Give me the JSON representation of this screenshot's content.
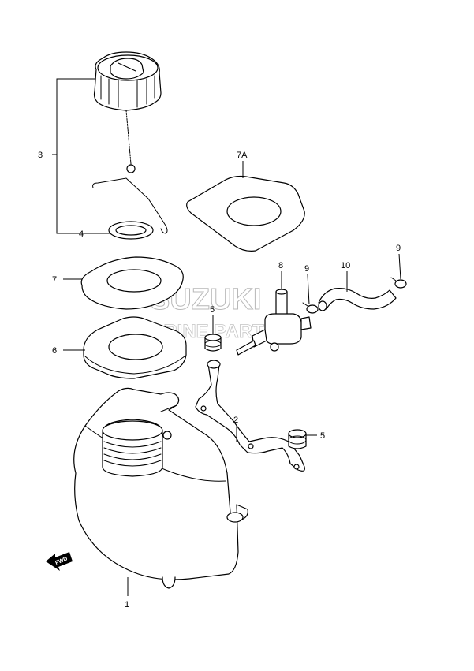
{
  "watermark": {
    "brand": "SUZUKI",
    "line2": "MARINE PARTS"
  },
  "fwd_label": "FWD",
  "callouts": {
    "fuel_tank": "1",
    "fuel_line_bracket": "2",
    "fuel_cap_assy": "3",
    "cap_gasket": "4",
    "grommet_upper": "5",
    "grommet_lower": "5",
    "lower_packing": "6",
    "upper_gasket": "7",
    "gasket_7a": "7A",
    "fuel_cock": "8",
    "clip_left": "9",
    "clip_right": "9",
    "fuel_hose": "10"
  }
}
